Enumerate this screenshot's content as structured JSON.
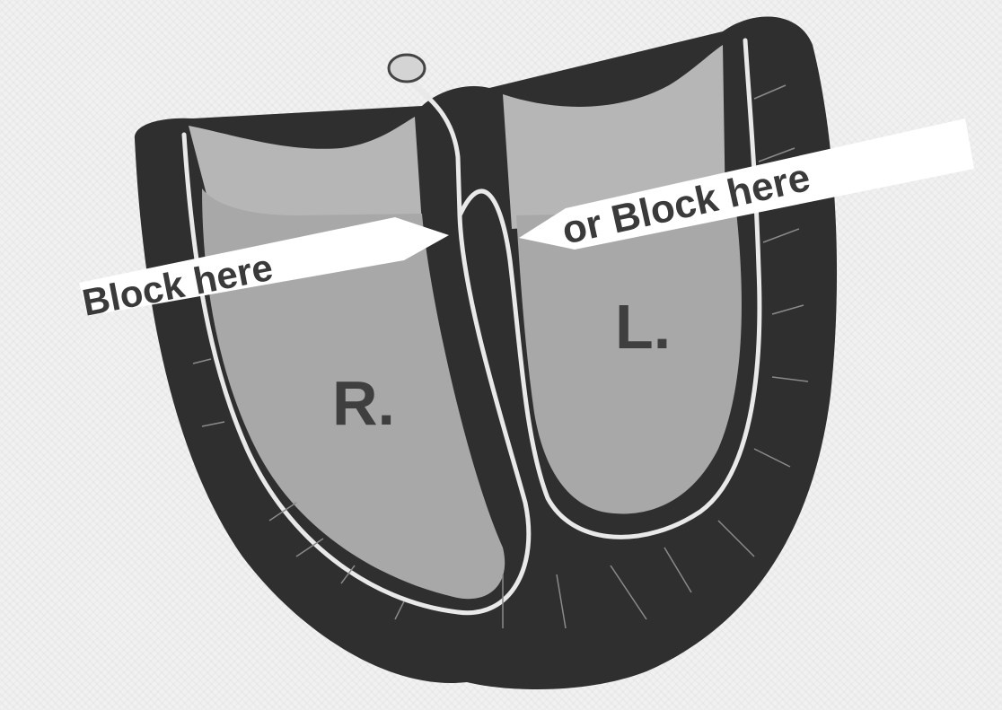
{
  "labels": {
    "block_right": "Block here",
    "block_left": "or Block here"
  },
  "chambers": {
    "right": "R.",
    "left": "L."
  },
  "colors": {
    "muscle": "#2f2f2f",
    "chamber": "#a9a9a9",
    "atrium": "#b8b8b8",
    "conduction": "#e9e9e9",
    "background": "#f1f1f1",
    "label_text": "#3a3a3a"
  }
}
